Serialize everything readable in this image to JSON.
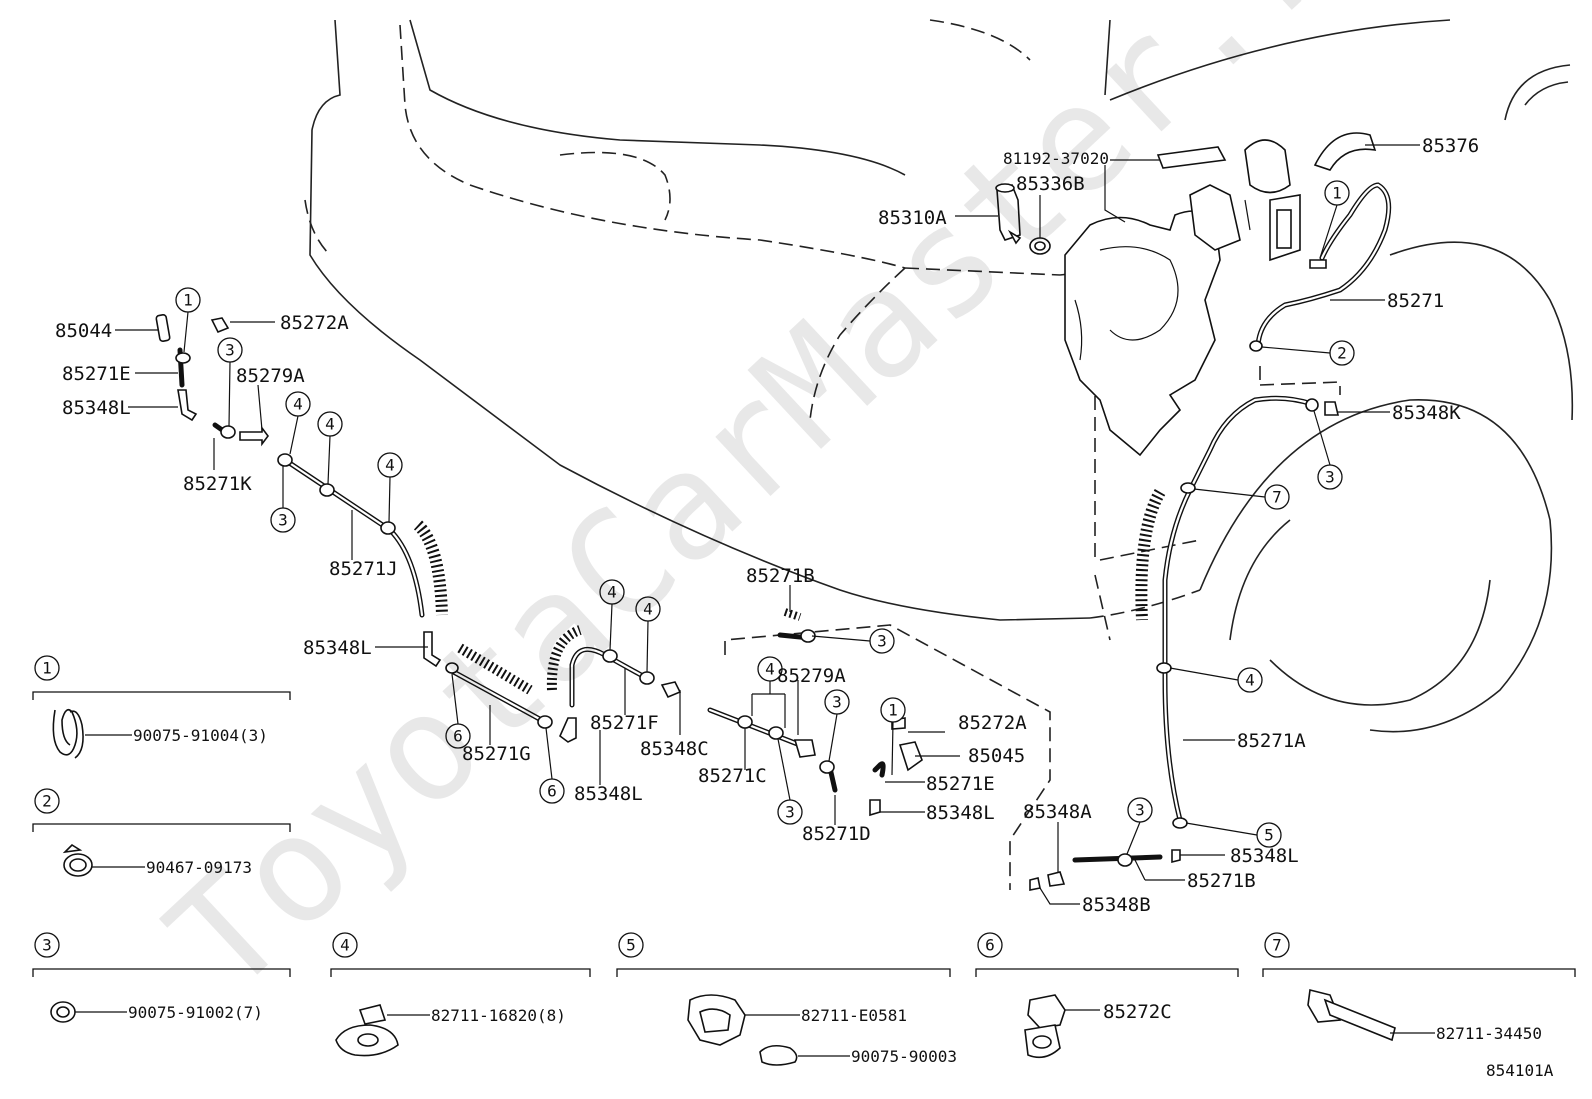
{
  "watermark": "ToyotaCarMaster.ru",
  "diagram_code": "854101A",
  "parts": {
    "p85044": "85044",
    "p85272A_top": "85272A",
    "p85271E_top": "85271E",
    "p85279A_top": "85279A",
    "p85348L_top": "85348L",
    "p85271K": "85271K",
    "p85271J": "85271J",
    "p85348L_mid": "85348L",
    "p85271G": "85271G",
    "p85348L_low": "85348L",
    "p85271F": "85271F",
    "p85348C": "85348C",
    "p85271B_mid": "85271B",
    "p85279A_mid": "85279A",
    "p85271C": "85271C",
    "p85271D": "85271D",
    "p85272A_mid": "85272A",
    "p85045": "85045",
    "p85271E_mid": "85271E",
    "p85348L_right": "85348L",
    "p81192": "81192-37020",
    "p85336B": "85336B",
    "p85310A": "85310A",
    "p85376": "85376",
    "p85271": "85271",
    "p85348K": "85348K",
    "p85271A": "85271A",
    "p85348A": "85348A",
    "p85348L_far": "85348L",
    "p85271B_low": "85271B",
    "p85348B": "85348B"
  },
  "callouts": [
    "1",
    "2",
    "3",
    "4",
    "5",
    "6",
    "7"
  ],
  "legend": [
    {
      "num": "1",
      "part": "90075-91004(3)"
    },
    {
      "num": "2",
      "part": "90467-09173"
    },
    {
      "num": "3",
      "part": "90075-91002(7)"
    },
    {
      "num": "4",
      "part": "82711-16820(8)"
    },
    {
      "num": "5",
      "part": "82711-E0581",
      "part2": "90075-90003"
    },
    {
      "num": "6",
      "part": "85272C"
    },
    {
      "num": "7",
      "part": "82711-34450"
    }
  ]
}
